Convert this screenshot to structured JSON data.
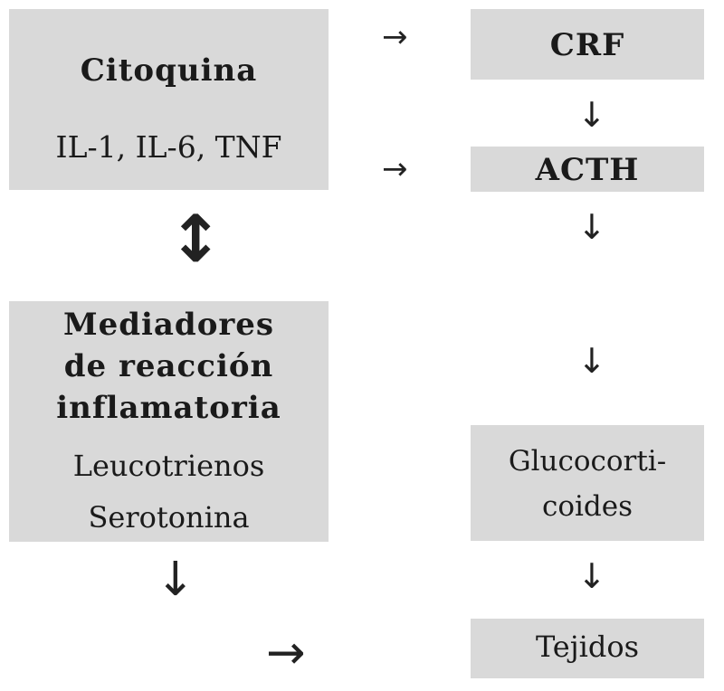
{
  "cytokine": {
    "title": "Citoquina",
    "items": "IL-1, IL-6, TNF"
  },
  "mediators": {
    "title_line1": "Mediadores",
    "title_line2": "de reacción",
    "title_line3": "inflamatoria",
    "item1": "Leucotrienos",
    "item2": "Serotonina"
  },
  "crf": {
    "label": "CRF"
  },
  "acth": {
    "label": "ACTH"
  },
  "glucocorticoids": {
    "line1": "Glucocorti-",
    "line2": "coides"
  },
  "tissues": {
    "label": "Tejidos"
  },
  "arrows": {
    "right": "→",
    "down": "↓",
    "updown": "↕"
  },
  "colors": {
    "box_fill": "#d9d9d9",
    "text": "#1a1a1a"
  }
}
